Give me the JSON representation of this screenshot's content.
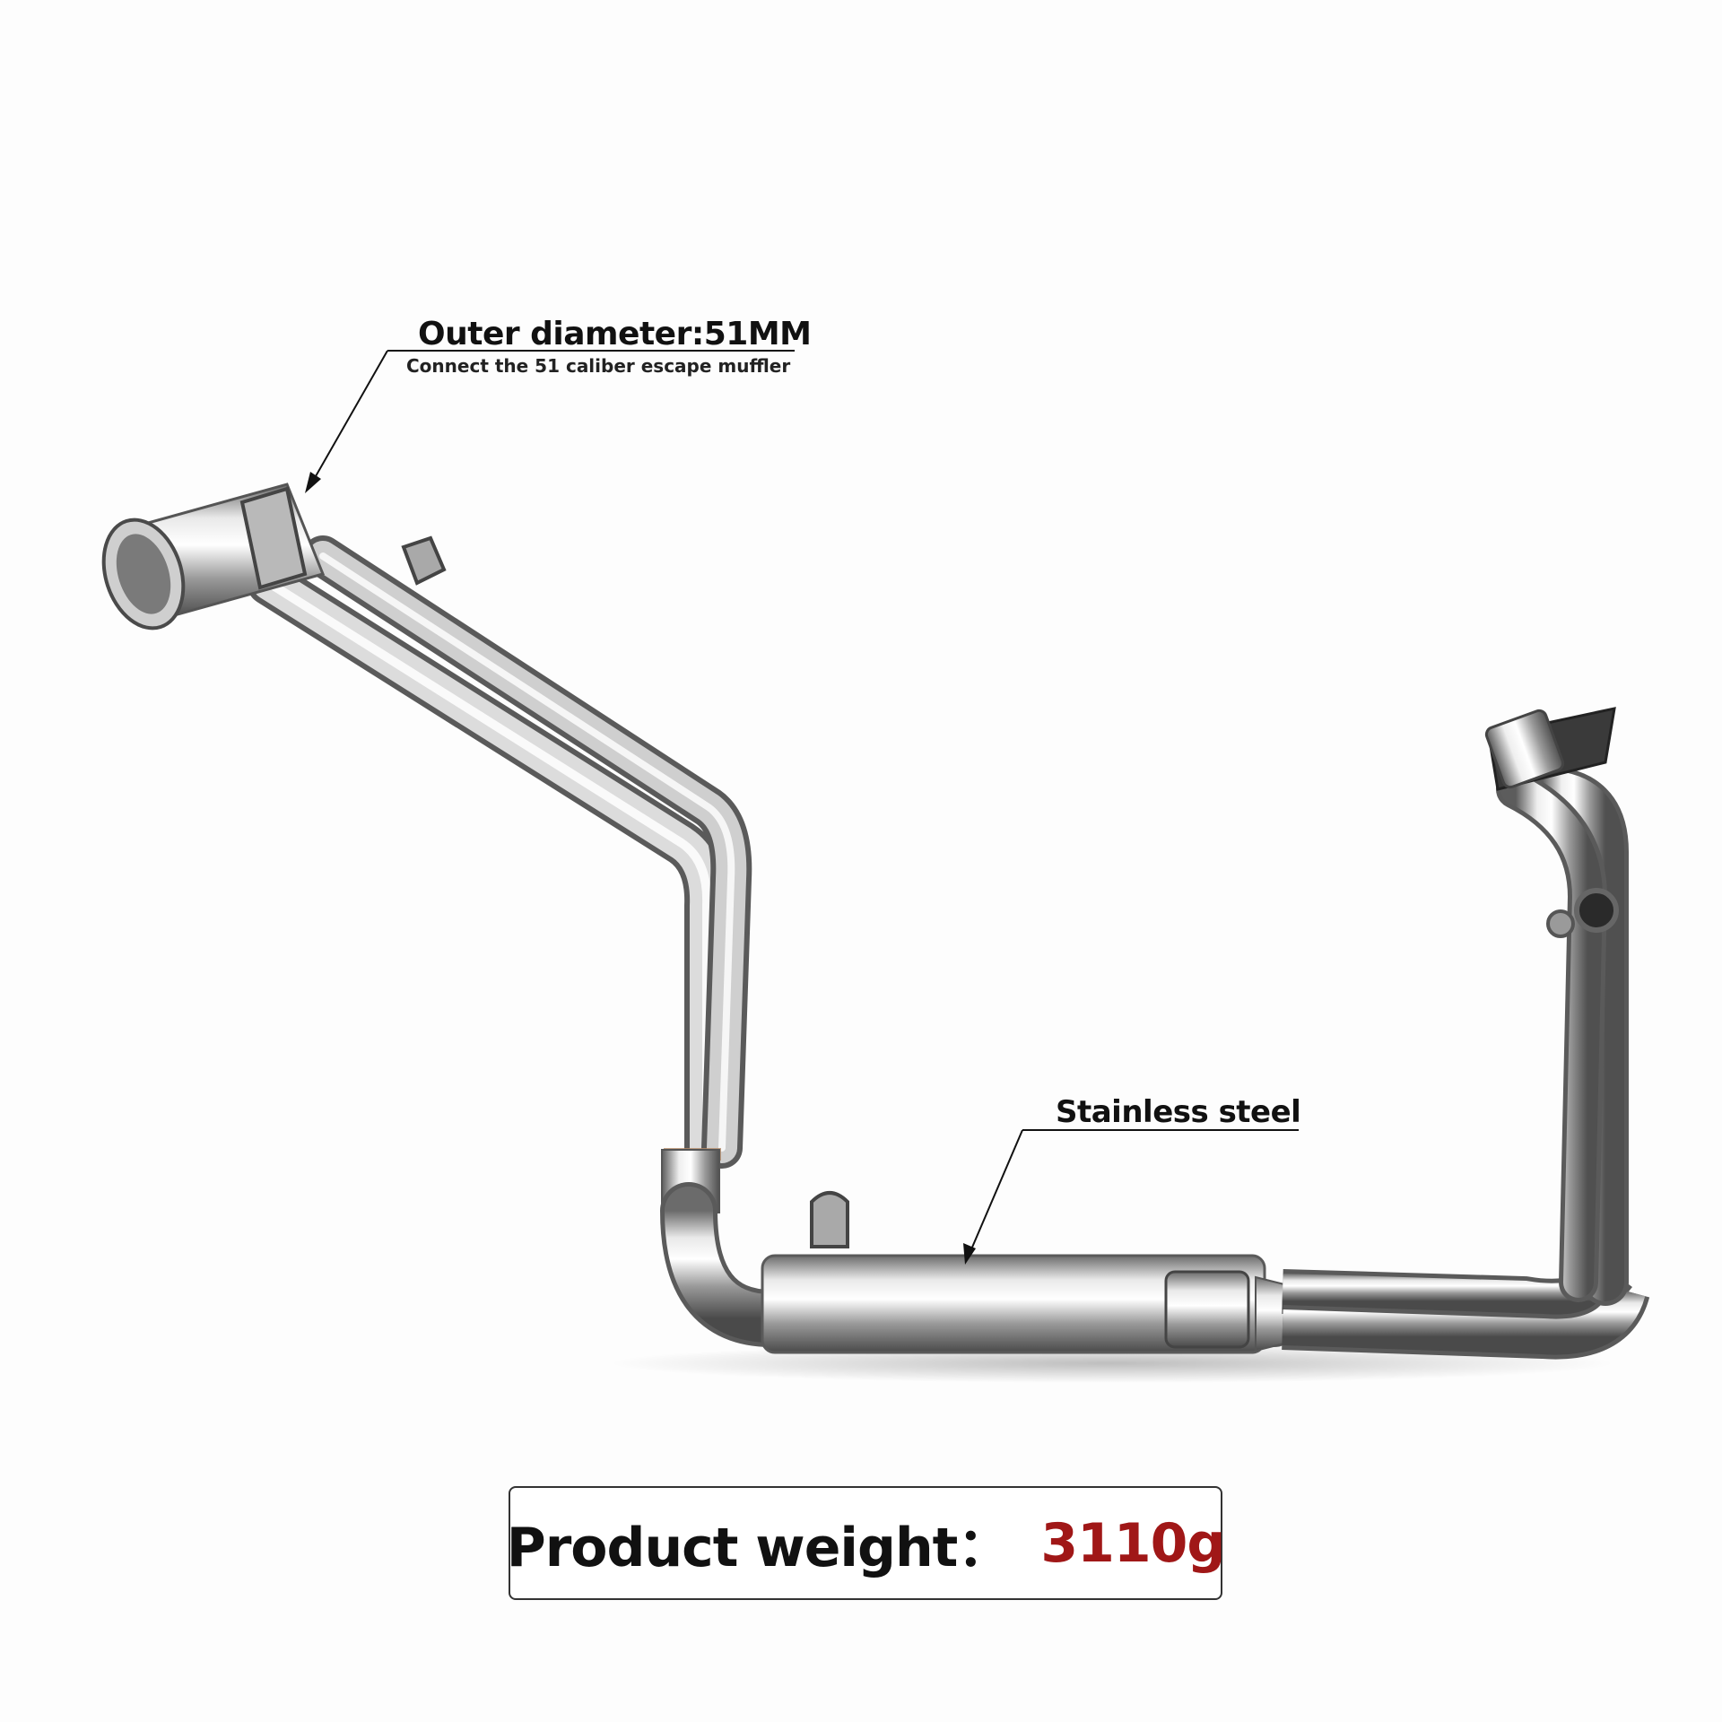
{
  "annotations": {
    "outer_diameter_title": "Outer diameter:51MM",
    "outer_diameter_note": "Connect the 51 caliber escape muffler",
    "material_label": "Stainless steel"
  },
  "weight_badge": {
    "label": "Product weight：",
    "value": "3110g",
    "value_color": "#a01717"
  },
  "image": {
    "subject": "stainless-steel-exhaust-header-pipe",
    "background_color": "#fdfdfd"
  }
}
